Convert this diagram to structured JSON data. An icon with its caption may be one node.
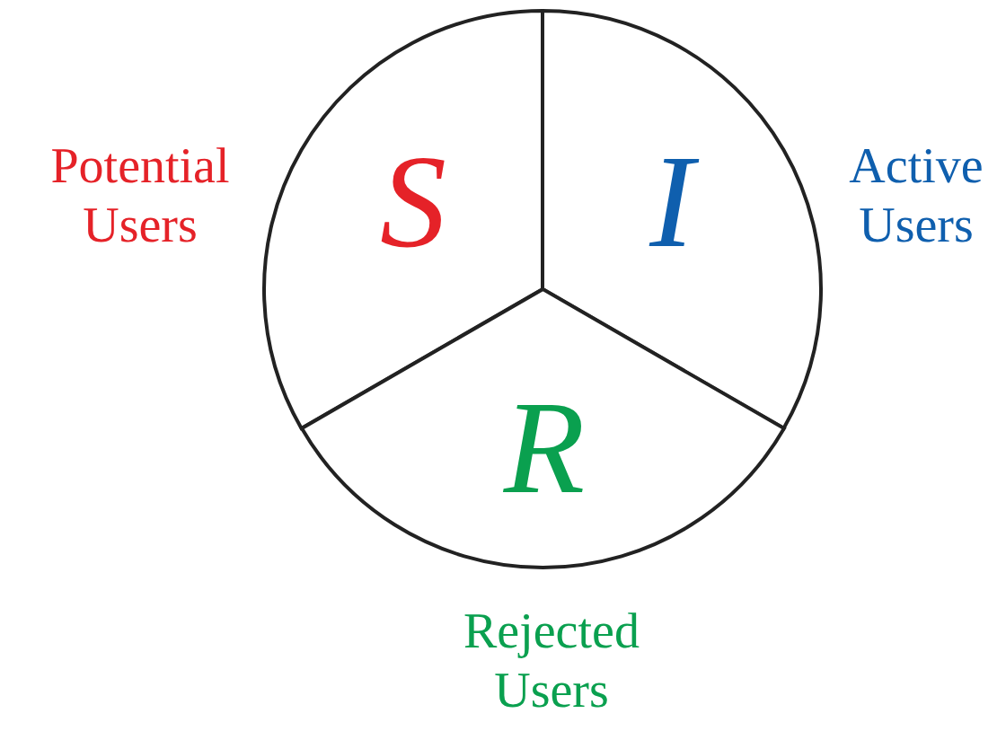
{
  "diagram": {
    "nodes": [
      {
        "text": [
          "S"
        ],
        "beside": [
          "Potential Users"
        ]
      },
      {
        "text": [
          "I"
        ],
        "beside": [
          "Active Users"
        ]
      },
      {
        "text": [
          "R"
        ],
        "beside": [
          "Rejected Users"
        ]
      }
    ]
  }
}
